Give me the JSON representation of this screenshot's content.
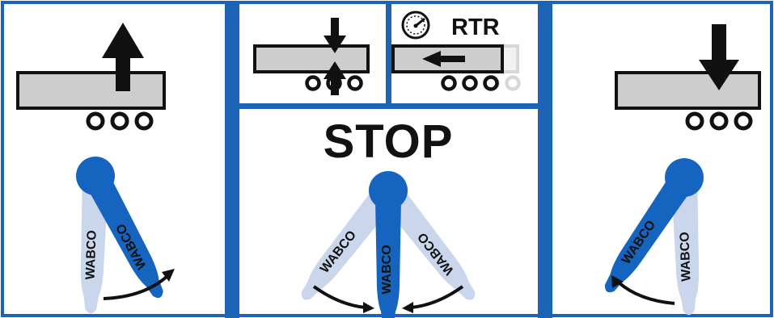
{
  "labels": {
    "stop": "STOP",
    "rtr": "RTR",
    "lever_brand": "WABCO"
  },
  "colors": {
    "frame": "#1d63b5",
    "lever_active": "#1565c0",
    "lever_ghost": "#c9d6ec",
    "trailer_fill": "#cdcdcd",
    "outline": "#111111",
    "arrow": "#111111"
  },
  "panels": [
    {
      "name": "raise",
      "trailer_arrow": "arrow-up-icon",
      "lever_position": "swung-right"
    },
    {
      "name": "stop-height-limit",
      "trailer_arrow": "vertical-limit-icon",
      "lever_position": "center"
    },
    {
      "name": "return-to-ride",
      "trailer_arrow": "arrow-left-icon",
      "lever_position": "center"
    },
    {
      "name": "lower",
      "trailer_arrow": "arrow-down-icon",
      "lever_position": "swung-left"
    }
  ]
}
